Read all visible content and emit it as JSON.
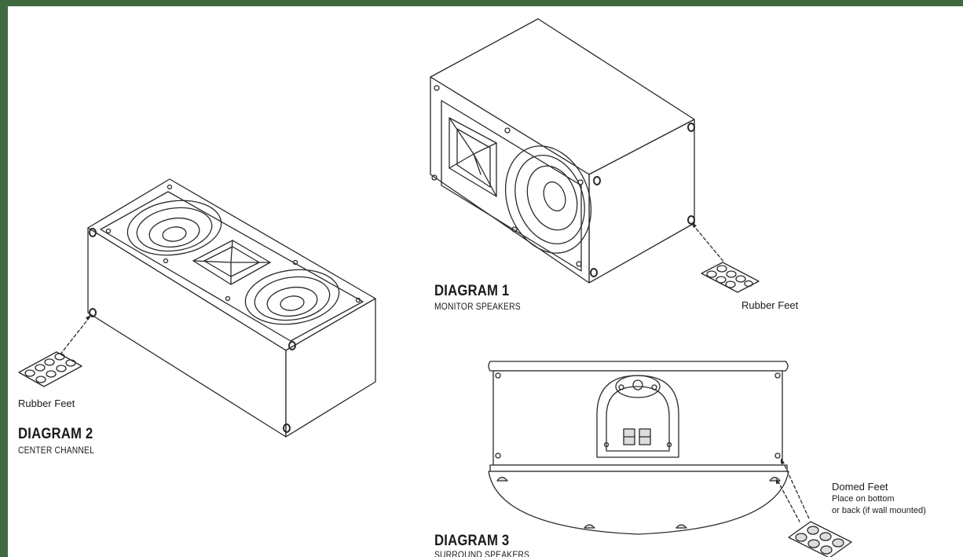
{
  "diagrams": [
    {
      "title": "DIAGRAM 1",
      "subtitle": "MONITOR SPEAKERS",
      "feet_label": "Rubber Feet"
    },
    {
      "title": "DIAGRAM 2",
      "subtitle": "CENTER CHANNEL",
      "feet_label": "Rubber Feet"
    },
    {
      "title": "DIAGRAM 3",
      "subtitle": "SURROUND SPEAKERS",
      "feet_label": "Domed Feet",
      "feet_note_1": "Place on bottom",
      "feet_note_2": "or back (if wall mounted)"
    }
  ],
  "colors": {
    "frame": "#3f6a3f",
    "line": "#2a2a2a"
  }
}
